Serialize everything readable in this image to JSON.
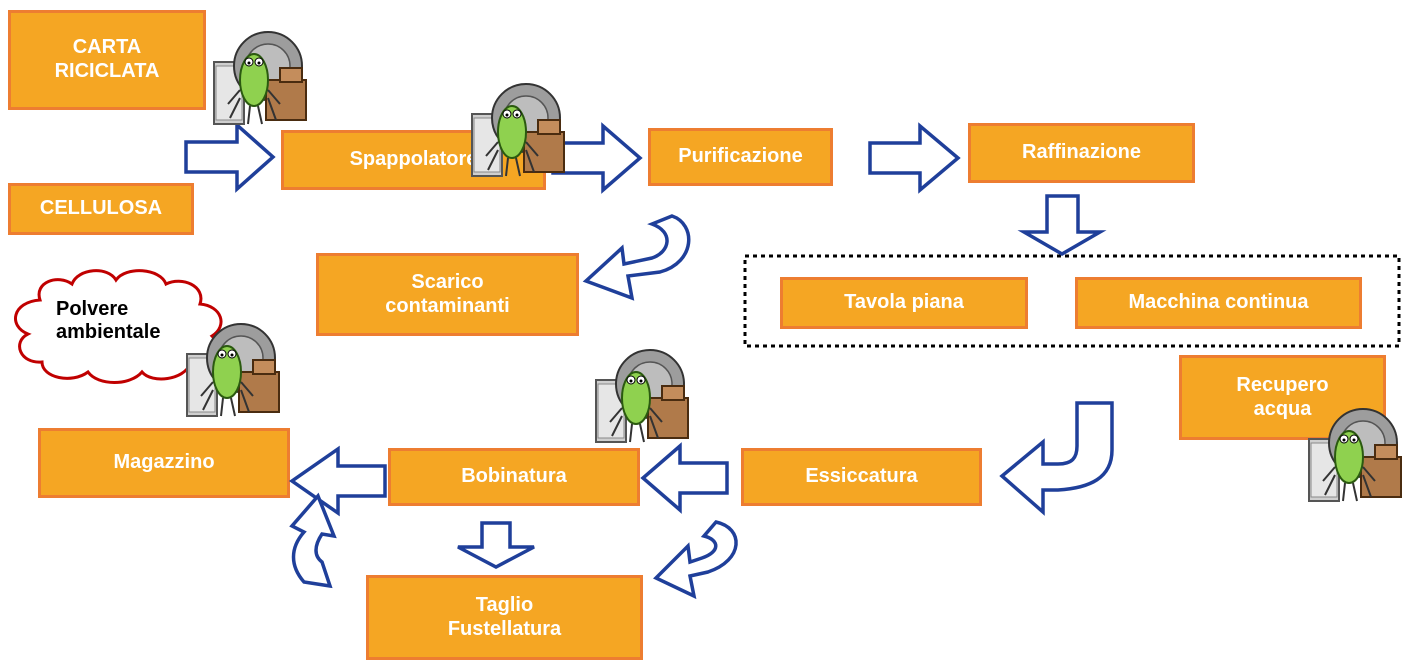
{
  "diagram": {
    "nodes": {
      "carta_riciclata": "CARTA\nRICICLATA",
      "cellulosa": "CELLULOSA",
      "spappolatore": "Spappolatore",
      "purificazione": "Purificazione",
      "raffinazione": "Raffinazione",
      "scarico_contaminanti": "Scarico\ncontaminanti",
      "tavola_piana": "Tavola piana",
      "macchina_continua": "Macchina continua",
      "recupero_acqua": "Recupero\nacqua",
      "essiccatura": "Essiccatura",
      "bobinatura": "Bobinatura",
      "magazzino": "Magazzino",
      "taglio_fustellatura": "Taglio\nFustellatura"
    },
    "cloud": "Polvere\nambientale",
    "colors": {
      "box_fill": "#f5a623",
      "box_border": "#ed7d31",
      "box_text": "#ffffff",
      "arrow_stroke": "#1f3f9a",
      "cloud_stroke": "#c00000",
      "group_border": "#000000"
    },
    "icons": [
      "mite-machine-icon"
    ]
  }
}
